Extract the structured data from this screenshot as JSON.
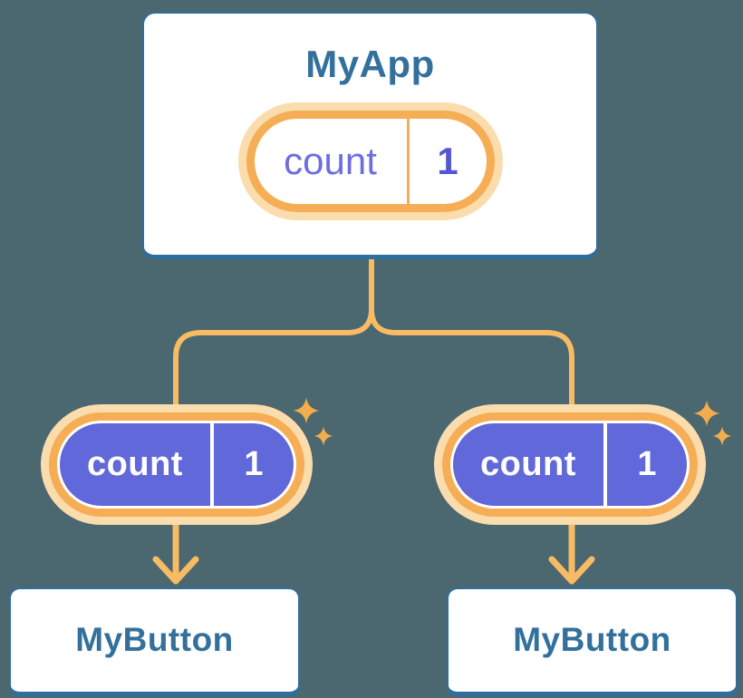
{
  "diagram": {
    "description": "Component tree showing shared state passed down from parent to children",
    "root": {
      "title": "MyApp",
      "state": {
        "name": "count",
        "value": "1"
      }
    },
    "children": [
      {
        "title": "MyButton",
        "state": {
          "name": "count",
          "value": "1"
        }
      },
      {
        "title": "MyButton",
        "state": {
          "name": "count",
          "value": "1"
        }
      }
    ]
  },
  "colors": {
    "background": "#4B6770",
    "card_fill": "#FFFFFF",
    "card_border_blue": "#2E6F9F",
    "text_blue": "#33719C",
    "connector_orange": "#F7BB63",
    "pill_ring_orange": "#F5AE55",
    "pill_ring_glow": "#FBDCAC",
    "pill_purple_fill": "#6168D9",
    "state_name_purple": "#6E6EE2",
    "state_value_purple": "#5456D2",
    "sparkle_orange": "#F3AC4E"
  },
  "icons": {
    "sparkle": "sparkle-icon (4-point star, orange)",
    "arrow": "arrow-down-icon (orange chevron arrow)"
  }
}
